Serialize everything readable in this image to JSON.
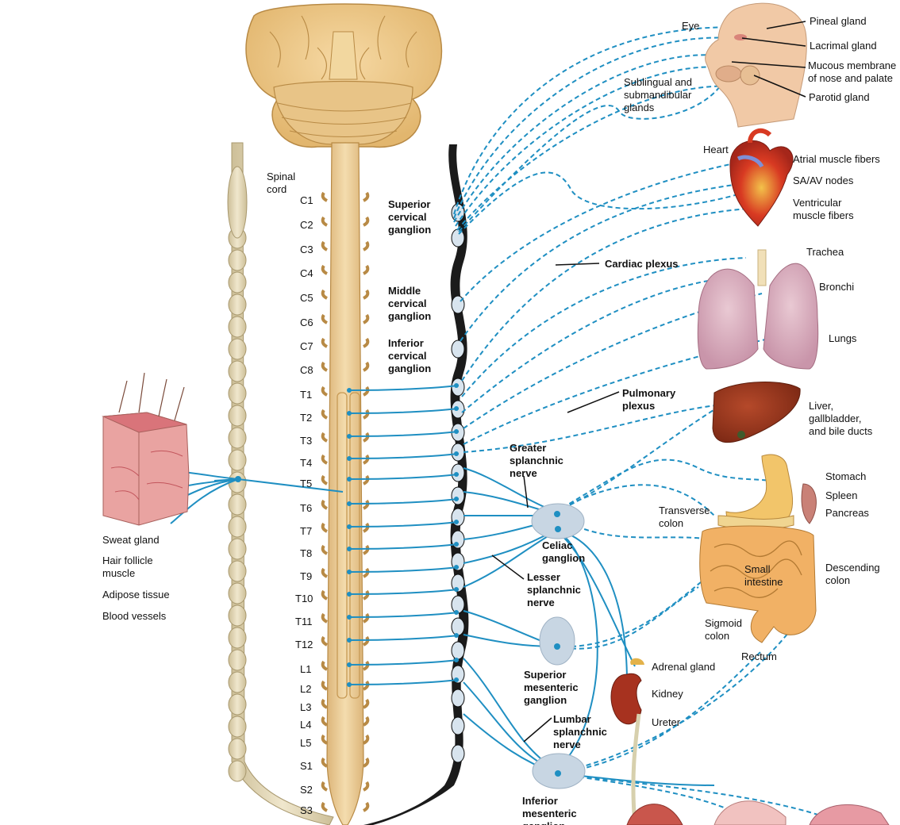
{
  "colors": {
    "nerve": "#1f8fc2",
    "spinal": "#e9c997",
    "chain": "#1b1b1b",
    "ganglion": "#c8d6e3"
  },
  "spine": {
    "label": "Spinal\ncord",
    "segments": [
      "C1",
      "C2",
      "C3",
      "C4",
      "C5",
      "C6",
      "C7",
      "C8",
      "T1",
      "T2",
      "T3",
      "T4",
      "T5",
      "T6",
      "T7",
      "T8",
      "T9",
      "T10",
      "T11",
      "T12",
      "L1",
      "L2",
      "L3",
      "L4",
      "L5",
      "S1",
      "S2",
      "S3"
    ]
  },
  "ganglia_labels": [
    {
      "key": "superior_cervical",
      "text": "Superior\ncervical\nganglion",
      "bold": true
    },
    {
      "key": "middle_cervical",
      "text": "Middle\ncervical\nganglion",
      "bold": true
    },
    {
      "key": "inferior_cervical",
      "text": "Inferior\ncervical\nganglion",
      "bold": true
    },
    {
      "key": "cardiac_plexus",
      "text": "Cardiac plexus",
      "bold": true
    },
    {
      "key": "pulmonary_plexus",
      "text": "Pulmonary\nplexus",
      "bold": true
    },
    {
      "key": "greater_splanchnic",
      "text": "Greater\nsplanchnic\nnerve",
      "bold": true
    },
    {
      "key": "celiac",
      "text": "Celiac\nganglion",
      "bold": true
    },
    {
      "key": "lesser_splanchnic",
      "text": "Lesser\nsplanchnic\nnerve",
      "bold": true
    },
    {
      "key": "superior_mesenteric",
      "text": "Superior\nmesenteric\nganglion",
      "bold": true
    },
    {
      "key": "lumbar_splanchnic",
      "text": "Lumbar\nsplanchnic\nnerve",
      "bold": true
    },
    {
      "key": "inferior_mesenteric",
      "text": "Inferior\nmesenteric\nganglion",
      "bold": true
    }
  ],
  "organ_labels": [
    {
      "key": "eye",
      "text": "Eye"
    },
    {
      "key": "pineal",
      "text": "Pineal gland"
    },
    {
      "key": "lacrimal",
      "text": "Lacrimal gland"
    },
    {
      "key": "mucous",
      "text": "Mucous membrane\nof nose and palate"
    },
    {
      "key": "sublingual",
      "text": "Sublingual and\nsubmandibular\nglands"
    },
    {
      "key": "parotid",
      "text": "Parotid gland"
    },
    {
      "key": "heart",
      "text": "Heart"
    },
    {
      "key": "atrial",
      "text": "Atrial muscle fibers"
    },
    {
      "key": "saav",
      "text": "SA/AV nodes"
    },
    {
      "key": "ventricular",
      "text": "Ventricular\nmuscle fibers"
    },
    {
      "key": "trachea",
      "text": "Trachea"
    },
    {
      "key": "bronchi",
      "text": "Bronchi"
    },
    {
      "key": "lungs",
      "text": "Lungs"
    },
    {
      "key": "liver",
      "text": "Liver,\ngallbladder,\nand bile ducts"
    },
    {
      "key": "stomach",
      "text": "Stomach"
    },
    {
      "key": "spleen",
      "text": "Spleen"
    },
    {
      "key": "pancreas",
      "text": "Pancreas"
    },
    {
      "key": "transverse",
      "text": "Transverse\ncolon"
    },
    {
      "key": "small_intestine",
      "text": "Small\nintestine"
    },
    {
      "key": "descending",
      "text": "Descending\ncolon"
    },
    {
      "key": "sigmoid",
      "text": "Sigmoid\ncolon"
    },
    {
      "key": "rectum",
      "text": "Rectum"
    },
    {
      "key": "adrenal",
      "text": "Adrenal gland"
    },
    {
      "key": "kidney",
      "text": "Kidney"
    },
    {
      "key": "ureter",
      "text": "Ureter"
    }
  ],
  "skin_labels": [
    {
      "key": "sweat",
      "text": "Sweat gland"
    },
    {
      "key": "hair",
      "text": "Hair follicle\nmuscle"
    },
    {
      "key": "adipose",
      "text": "Adipose tissue"
    },
    {
      "key": "blood",
      "text": "Blood vessels"
    }
  ]
}
